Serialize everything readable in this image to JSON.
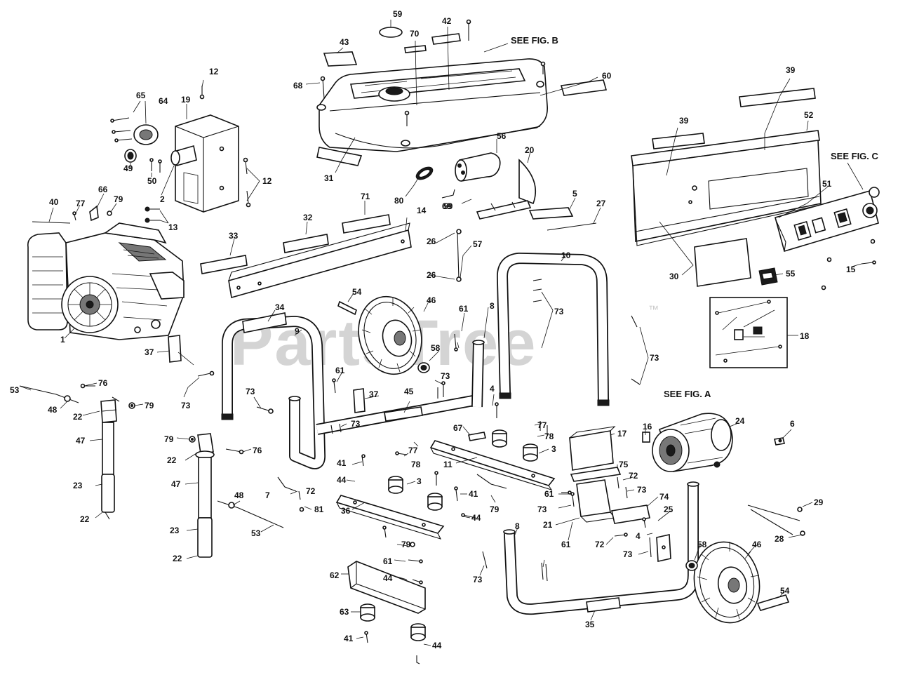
{
  "watermark": {
    "text": "PartsTree",
    "trademark": "™"
  },
  "figure_refs": [
    "SEE FIG. B",
    "SEE FIG. C",
    "SEE FIG. A"
  ],
  "callouts": [
    {
      "n": "1"
    },
    {
      "n": "2"
    },
    {
      "n": "3"
    },
    {
      "n": "3"
    },
    {
      "n": "4"
    },
    {
      "n": "4"
    },
    {
      "n": "5"
    },
    {
      "n": "6"
    },
    {
      "n": "7"
    },
    {
      "n": "8"
    },
    {
      "n": "8"
    },
    {
      "n": "9"
    },
    {
      "n": "10"
    },
    {
      "n": "11"
    },
    {
      "n": "12"
    },
    {
      "n": "12"
    },
    {
      "n": "13"
    },
    {
      "n": "14"
    },
    {
      "n": "15"
    },
    {
      "n": "16"
    },
    {
      "n": "17"
    },
    {
      "n": "18"
    },
    {
      "n": "19"
    },
    {
      "n": "20"
    },
    {
      "n": "21"
    },
    {
      "n": "22"
    },
    {
      "n": "22"
    },
    {
      "n": "22"
    },
    {
      "n": "22"
    },
    {
      "n": "23"
    },
    {
      "n": "23"
    },
    {
      "n": "24"
    },
    {
      "n": "25"
    },
    {
      "n": "26"
    },
    {
      "n": "26"
    },
    {
      "n": "27"
    },
    {
      "n": "28"
    },
    {
      "n": "29"
    },
    {
      "n": "30"
    },
    {
      "n": "31"
    },
    {
      "n": "32"
    },
    {
      "n": "33"
    },
    {
      "n": "34"
    },
    {
      "n": "35"
    },
    {
      "n": "36"
    },
    {
      "n": "37"
    },
    {
      "n": "37"
    },
    {
      "n": "39"
    },
    {
      "n": "39"
    },
    {
      "n": "40"
    },
    {
      "n": "41"
    },
    {
      "n": "41"
    },
    {
      "n": "41"
    },
    {
      "n": "42"
    },
    {
      "n": "43"
    },
    {
      "n": "44"
    },
    {
      "n": "44"
    },
    {
      "n": "44"
    },
    {
      "n": "44"
    },
    {
      "n": "45"
    },
    {
      "n": "46"
    },
    {
      "n": "46"
    },
    {
      "n": "47"
    },
    {
      "n": "47"
    },
    {
      "n": "48"
    },
    {
      "n": "48"
    },
    {
      "n": "49"
    },
    {
      "n": "50"
    },
    {
      "n": "51"
    },
    {
      "n": "52"
    },
    {
      "n": "53"
    },
    {
      "n": "53"
    },
    {
      "n": "54"
    },
    {
      "n": "54"
    },
    {
      "n": "55"
    },
    {
      "n": "56"
    },
    {
      "n": "57"
    },
    {
      "n": "58"
    },
    {
      "n": "58"
    },
    {
      "n": "59"
    },
    {
      "n": "59"
    },
    {
      "n": "60"
    },
    {
      "n": "61"
    },
    {
      "n": "61"
    },
    {
      "n": "61"
    },
    {
      "n": "61"
    },
    {
      "n": "61"
    },
    {
      "n": "62"
    },
    {
      "n": "63"
    },
    {
      "n": "64"
    },
    {
      "n": "65"
    },
    {
      "n": "66"
    },
    {
      "n": "67"
    },
    {
      "n": "68"
    },
    {
      "n": "69"
    },
    {
      "n": "70"
    },
    {
      "n": "71"
    },
    {
      "n": "72"
    },
    {
      "n": "72"
    },
    {
      "n": "72"
    },
    {
      "n": "73"
    },
    {
      "n": "73"
    },
    {
      "n": "73"
    },
    {
      "n": "73"
    },
    {
      "n": "73"
    },
    {
      "n": "73"
    },
    {
      "n": "73"
    },
    {
      "n": "73"
    },
    {
      "n": "73"
    },
    {
      "n": "73"
    },
    {
      "n": "74"
    },
    {
      "n": "75"
    },
    {
      "n": "76"
    },
    {
      "n": "76"
    },
    {
      "n": "77"
    },
    {
      "n": "77"
    },
    {
      "n": "77"
    },
    {
      "n": "78"
    },
    {
      "n": "78"
    },
    {
      "n": "79"
    },
    {
      "n": "79"
    },
    {
      "n": "79"
    },
    {
      "n": "79"
    },
    {
      "n": "79"
    },
    {
      "n": "80"
    },
    {
      "n": "81"
    }
  ]
}
